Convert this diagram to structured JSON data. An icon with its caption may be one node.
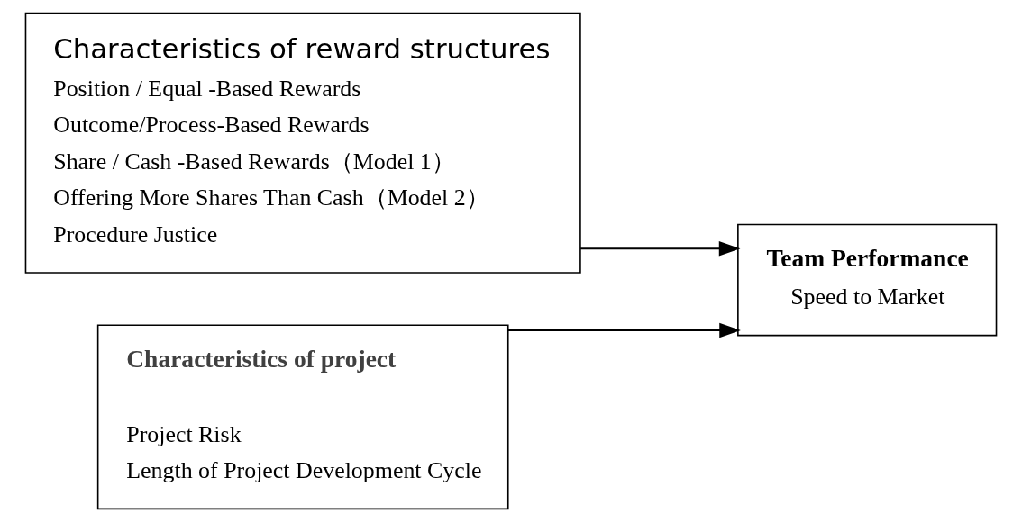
{
  "diagram": {
    "nodes": [
      {
        "text": [
          "Characteristics of reward structures",
          "Position / Equal -Based Rewards",
          "Outcome/Process-Based Rewards",
          "Share / Cash -Based Rewards（Model 1）",
          "Offering More Shares Than Cash（Model 2）",
          "Procedure Justice"
        ]
      },
      {
        "text": [
          "Characteristics of project",
          "Project Risk",
          "Length of Project Development Cycle"
        ]
      },
      {
        "text": [
          "Team Performance",
          "Speed to Market"
        ]
      }
    ],
    "edges": [
      {
        "from": 0,
        "to": 2,
        "arrow": "to"
      },
      {
        "from": 1,
        "to": 2,
        "arrow": "to"
      }
    ]
  }
}
